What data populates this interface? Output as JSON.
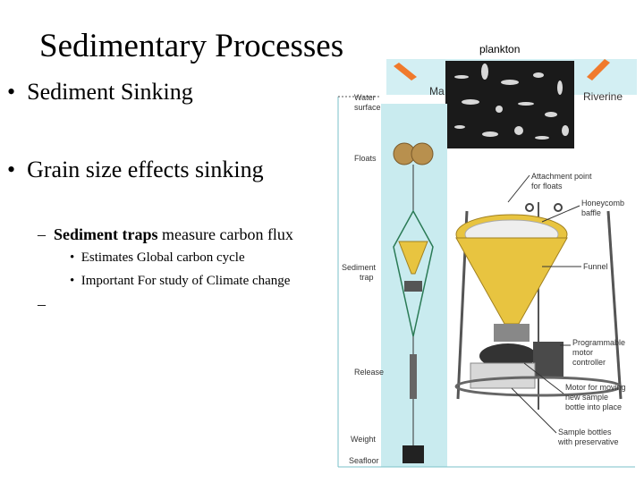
{
  "slide": {
    "title": "Sedimentary Processes",
    "bullets": [
      "Sediment Sinking",
      "Grain size effects sinking"
    ],
    "sub_bullet": {
      "bold": "Sediment traps",
      "rest": " measure carbon flux"
    },
    "sub_sub_bullets": [
      "Estimates Global carbon cycle",
      "Important For study of Climate change"
    ],
    "empty_dash": "–"
  },
  "figure": {
    "plankton_label": "plankton",
    "top_labels": {
      "marine": "Ma",
      "riverine": "Riverine"
    },
    "column_labels": {
      "water_surface": "Water surface",
      "floats": "Floats",
      "sediment_trap": "Sediment trap",
      "release": "Release",
      "weight": "Weight",
      "seafloor": "Seafloor"
    },
    "device_labels": {
      "attachment": "Attachment point for floats",
      "honeycomb": "Honeycomb baffle",
      "funnel": "Funnel",
      "motor_controller": "Programmable motor controller",
      "motor": "Motor for moving new sample bottle into place",
      "bottles": "Sample bottles with preservative"
    }
  },
  "colors": {
    "water": "#c9ebef",
    "funnel": "#e8c440",
    "float": "#b8904e",
    "arrow": "#f07a2c"
  }
}
